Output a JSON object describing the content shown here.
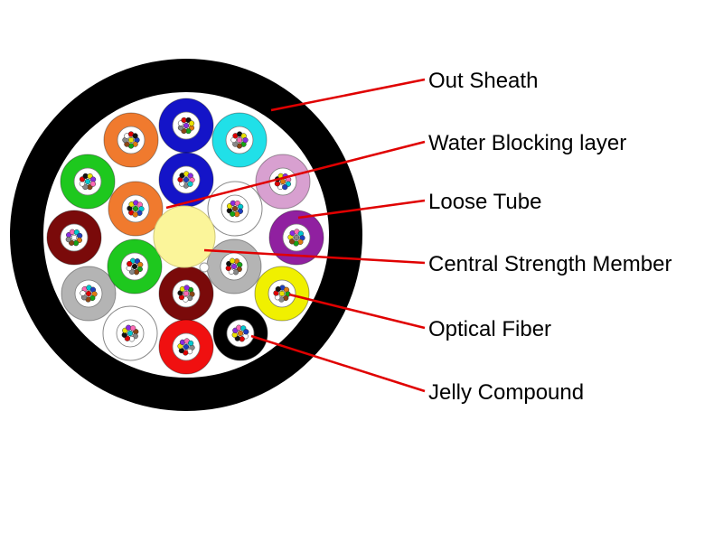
{
  "labels": {
    "out_sheath": "Out Sheath",
    "water_blocking": "Water Blocking layer",
    "loose_tube": "Loose Tube",
    "central_strength": "Central Strength Member",
    "optical_fiber": "Optical Fiber",
    "jelly_compound": "Jelly Compound"
  },
  "colors": {
    "sheath": "#000000",
    "interior": "#ffffff",
    "central_member": "#fbf59a",
    "leader_line": "#e00000",
    "tube_outline": "#222222"
  },
  "loose_tube_colors": [
    "orange",
    "blue",
    "cyan",
    "green",
    "blue",
    "pink",
    "orange",
    "white",
    "purple",
    "maroon",
    "gray",
    "green",
    "yellow",
    "gray",
    "maroon",
    "white",
    "red",
    "black"
  ],
  "fiber_colors": [
    "#1f3fbf",
    "#e07a10",
    "#15a515",
    "#8b4513",
    "#888888",
    "#ffffff",
    "#e00000",
    "#111111",
    "#e8e000",
    "#8a2be2",
    "#ff69b4",
    "#00c8d0"
  ]
}
